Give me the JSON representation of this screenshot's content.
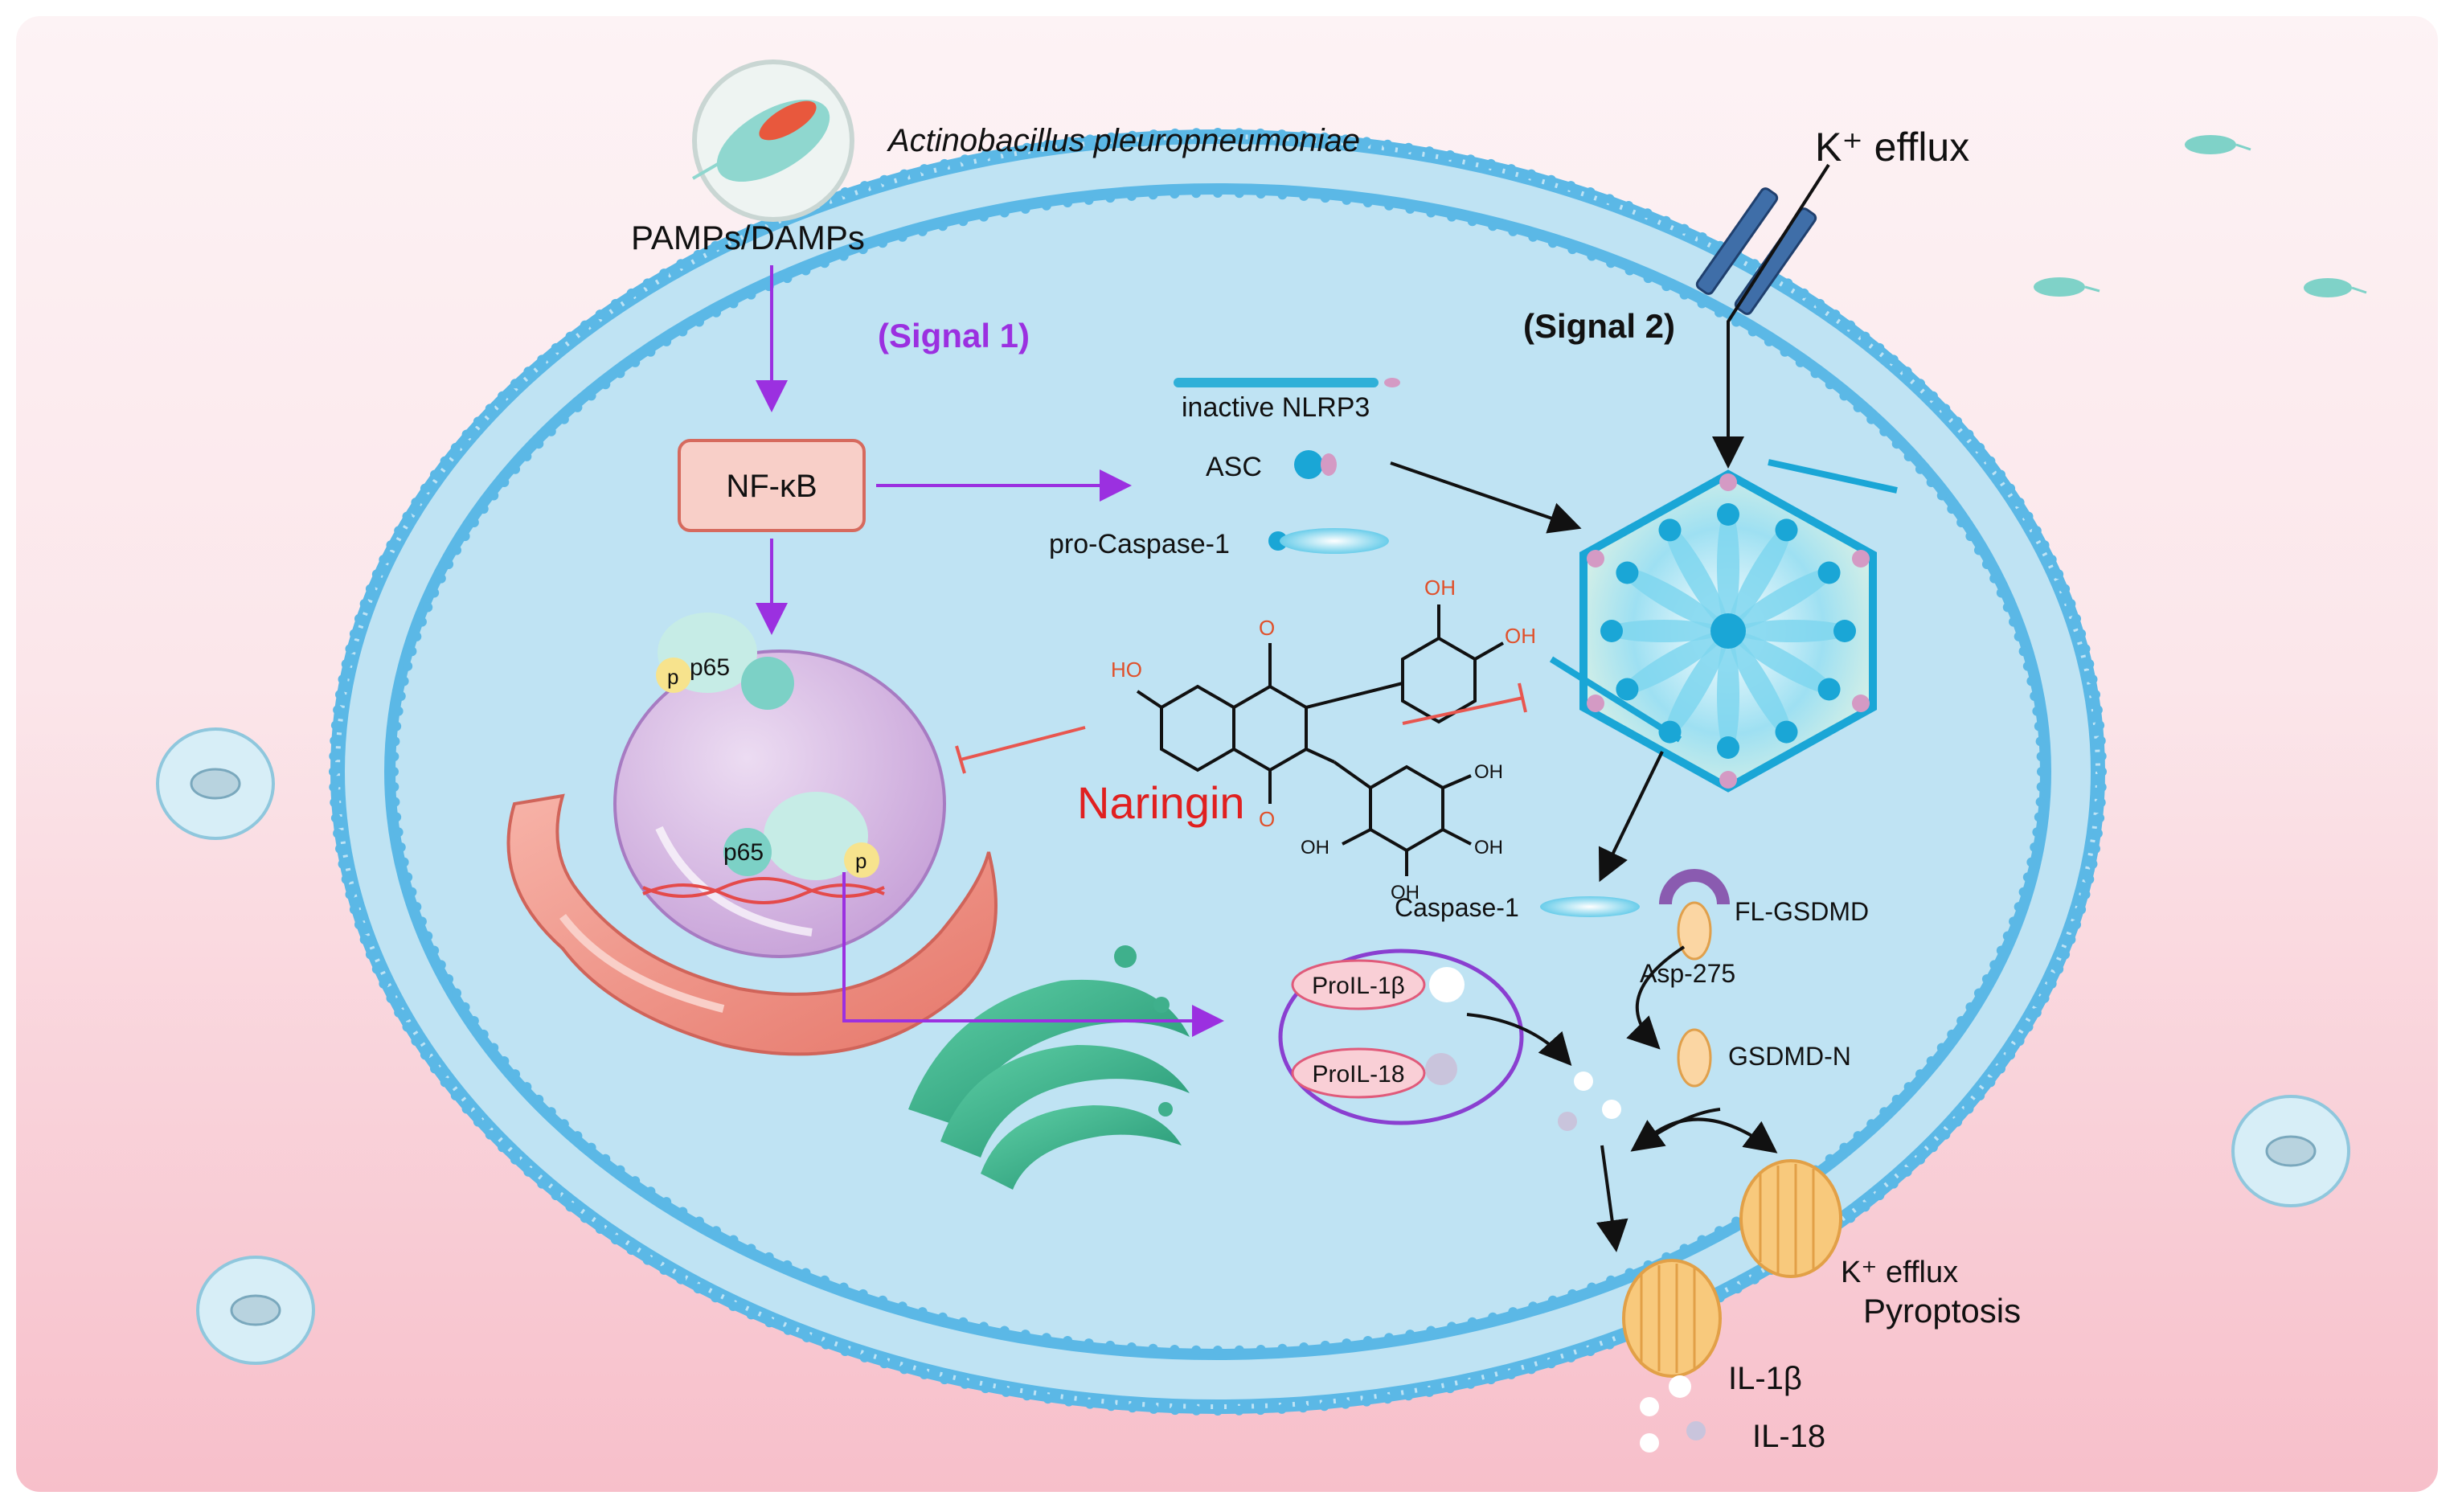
{
  "labels": {
    "bacterium": "Actinobacillus pleuropneumoniae",
    "pamps": "PAMPs/DAMPs",
    "signal1": "(Signal 1)",
    "signal2": "(Signal 2)",
    "k_efflux_top": "K⁺ efflux",
    "nfkb": "NF-κB",
    "inactive_nlrp3": "inactive NLRP3",
    "asc": "ASC",
    "pro_caspase1": "pro-Caspase-1",
    "naringin": "Naringin",
    "p65_top": "p65",
    "p_top": "p",
    "p65_nucleus": "p65",
    "p_nucleus": "p",
    "caspase1": "Caspase-1",
    "fl_gsdmd": "FL-GSDMD",
    "asp275": "Asp-275",
    "gsdmd_n": "GSDMD-N",
    "pro_il1b": "ProIL-1β",
    "pro_il18": "ProIL-18",
    "k_efflux_bottom": "K⁺ efflux",
    "pyroptosis": "Pyroptosis",
    "il1b": "IL-1β",
    "il18": "IL-18",
    "oh": "OH",
    "ho": "HO",
    "o": "O"
  },
  "colors": {
    "signal1_arrow": "#9b30e0",
    "inhibition": "#e8564f",
    "membrane": "#5bb8e6",
    "cytoplasm": "#bfe3f3",
    "naringin_text": "#e02020",
    "oxygen_text": "#e0502a"
  }
}
